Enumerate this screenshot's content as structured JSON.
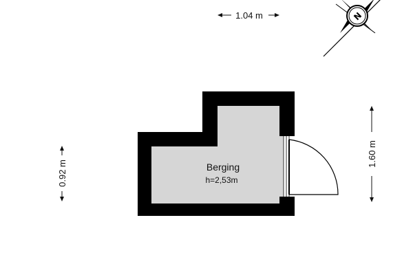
{
  "floorplan": {
    "room": {
      "name": "Berging",
      "height_label": "h=2,53m"
    },
    "dimensions": {
      "top_width": "1.04 m",
      "left_height": "0.92 m",
      "right_height": "1.60 m"
    },
    "compass": {
      "label": "N"
    }
  }
}
